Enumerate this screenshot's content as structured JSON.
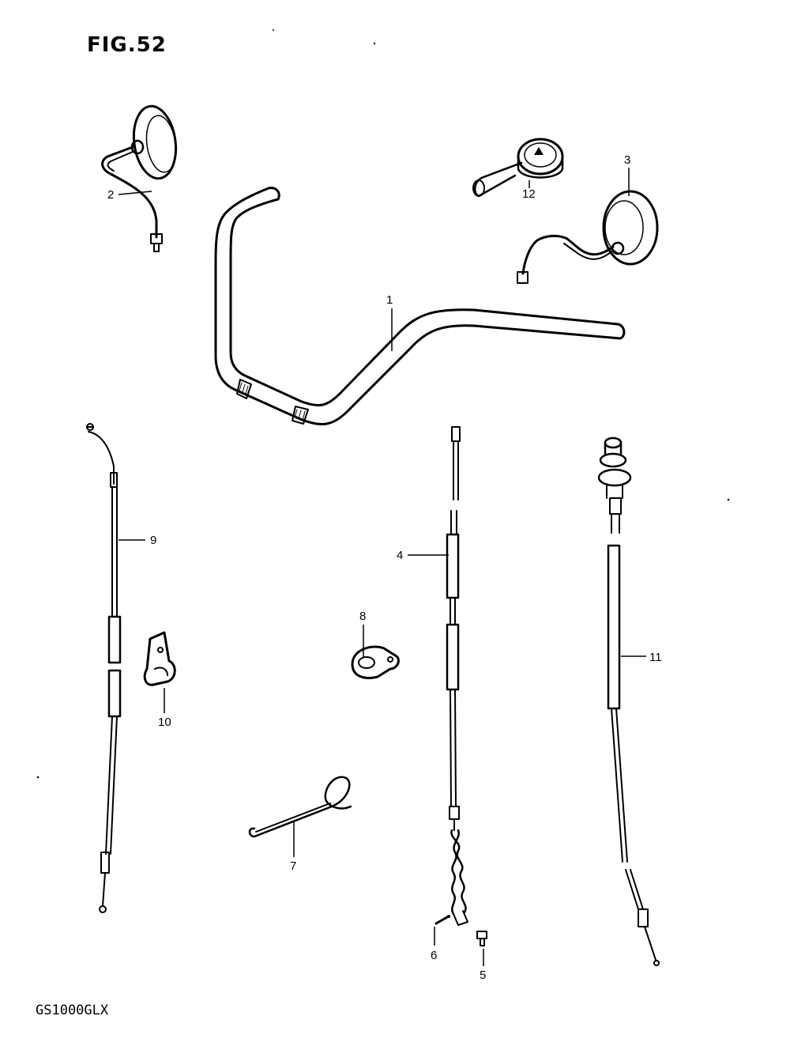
{
  "figure": {
    "title": "FIG.52",
    "model_code": "GS1000GLX"
  },
  "callouts": {
    "c1": "1",
    "c2": "2",
    "c3": "3",
    "c4": "4",
    "c5": "5",
    "c6": "6",
    "c7": "7",
    "c8": "8",
    "c9": "9",
    "c10": "10",
    "c11": "11",
    "c12": "12"
  },
  "parts": [
    {
      "number": "1",
      "icon": "handlebar-icon"
    },
    {
      "number": "2",
      "icon": "left-mirror-icon"
    },
    {
      "number": "3",
      "icon": "right-mirror-icon"
    },
    {
      "number": "4",
      "icon": "clutch-cable-icon"
    },
    {
      "number": "5",
      "icon": "bolt-icon"
    },
    {
      "number": "6",
      "icon": "pin-icon"
    },
    {
      "number": "7",
      "icon": "wire-clip-icon"
    },
    {
      "number": "8",
      "icon": "bracket-icon"
    },
    {
      "number": "9",
      "icon": "throttle-cable-icon"
    },
    {
      "number": "10",
      "icon": "cable-clamp-icon"
    },
    {
      "number": "11",
      "icon": "choke-cable-icon"
    },
    {
      "number": "12",
      "icon": "gauge-icon"
    }
  ]
}
